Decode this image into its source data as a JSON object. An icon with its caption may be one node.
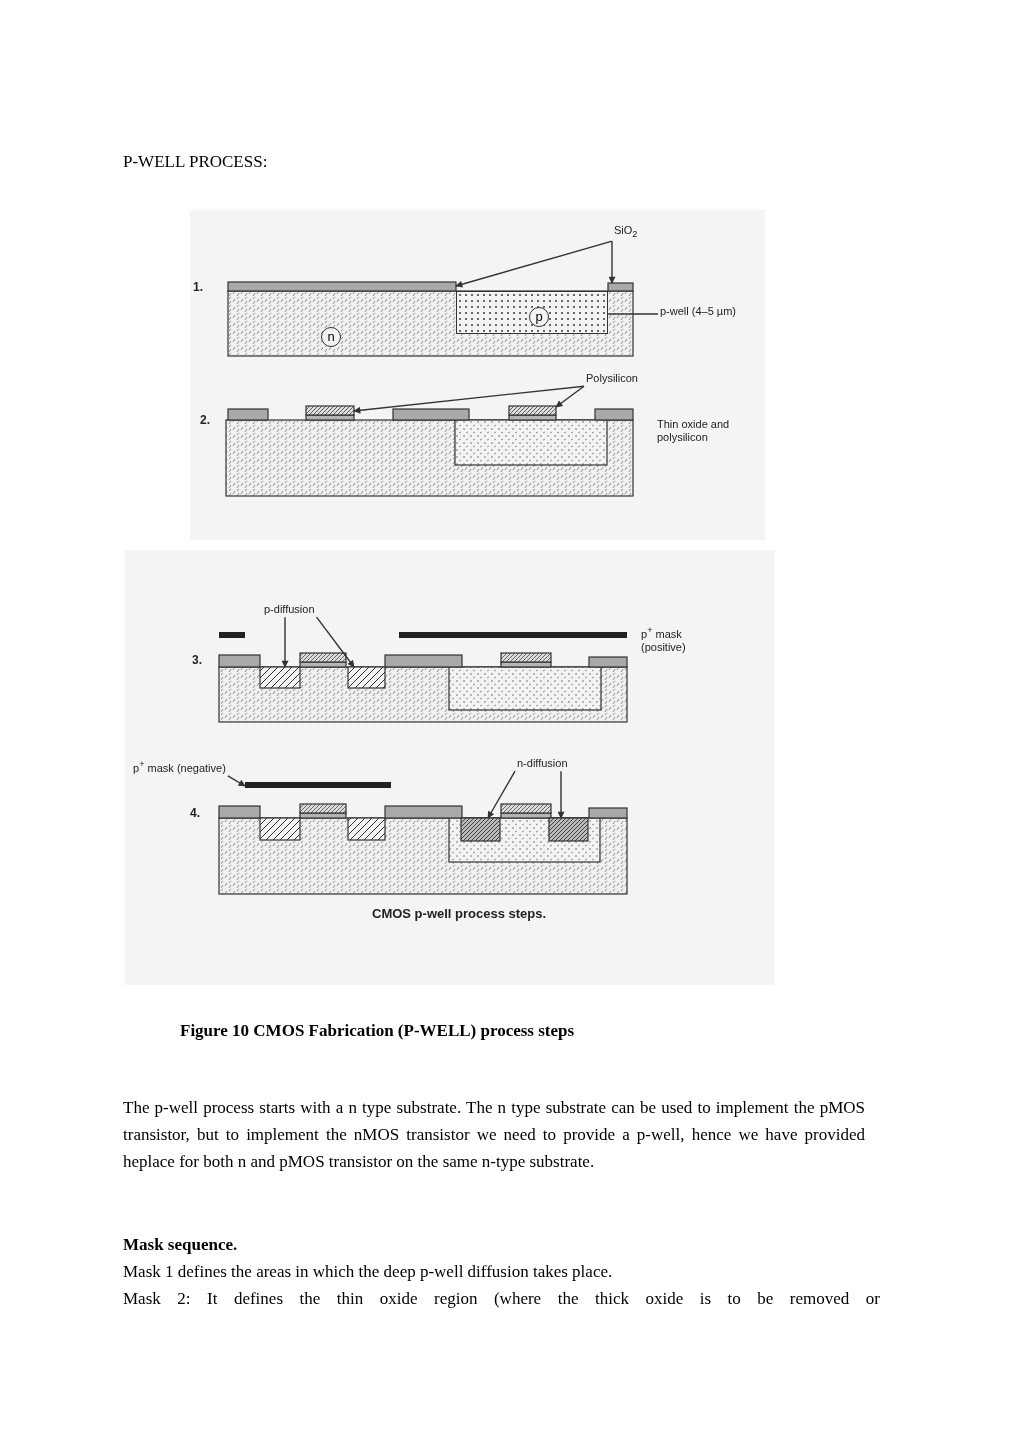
{
  "diagram": {
    "title": "P-WELL PROCESS:",
    "caption": "Figure 10 CMOS Fabrication (P-WELL) process steps",
    "nodes": [
      {
        "text": [
          "SiO$_{2}$"
        ]
      },
      {
        "text": [
          "p-well (4–5 µm)"
        ]
      },
      {
        "text": [
          "n"
        ]
      },
      {
        "text": [
          "p"
        ],
        "in": 17
      },
      {
        "text": [
          "Polysilicon"
        ]
      },
      {
        "text": [
          "p-diffusion"
        ]
      },
      {
        "text": [
          "p$^{+}$ mask (negative)"
        ]
      },
      {
        "text": [
          "n-diffusion"
        ]
      },
      {
        "text": [],
        "shape": "box"
      },
      {
        "text": [],
        "shape": "box"
      },
      {
        "text": [],
        "shape": "box"
      },
      {
        "text": [],
        "shape": "box"
      },
      {
        "text": [],
        "shape": "box"
      },
      {
        "text": [],
        "shape": "box"
      },
      {
        "text": [],
        "shape": "bar"
      },
      {
        "text": [],
        "shape": "box"
      },
      {
        "text": [],
        "shape": "box"
      },
      {
        "text": [],
        "shape": "box"
      }
    ],
    "edges": [
      {
        "from": 0,
        "to": 8,
        "arrow": "to"
      },
      {
        "from": 0,
        "to": 9,
        "arrow": "to"
      },
      {
        "from": 1,
        "to": 17,
        "arrow": "to"
      },
      {
        "from": 4,
        "to": 10,
        "arrow": "to"
      },
      {
        "from": 4,
        "to": 11,
        "arrow": "to"
      },
      {
        "from": 5,
        "to": 12,
        "arrow": "to"
      },
      {
        "from": 5,
        "to": 13,
        "arrow": "to"
      },
      {
        "from": 6,
        "to": 14,
        "arrow": "to"
      },
      {
        "from": 7,
        "to": 15,
        "arrow": "to"
      },
      {
        "from": 7,
        "to": 16,
        "arrow": "to"
      }
    ],
    "labels": [
      "1.",
      "2.",
      "Thin oxide and polysilicon",
      "3.",
      "p$^{+}$ mask (positive)",
      "4.",
      "CMOS p-well process steps.",
      "The p-well process starts with a n type substrate. The n type substrate can be used to implement the pMOS transistor, but to implement the nMOS transistor  we need to provide a p-well, hence we have provided heplace for both n and pMOS  transistor on the same n-type substrate.",
      "Mask sequence.",
      "Mask 1 defines the areas in which the deep p-well diffusion takes place.",
      "Mask 2: It defines the thin oxide region (where the thick oxide is to be removed or"
    ]
  }
}
